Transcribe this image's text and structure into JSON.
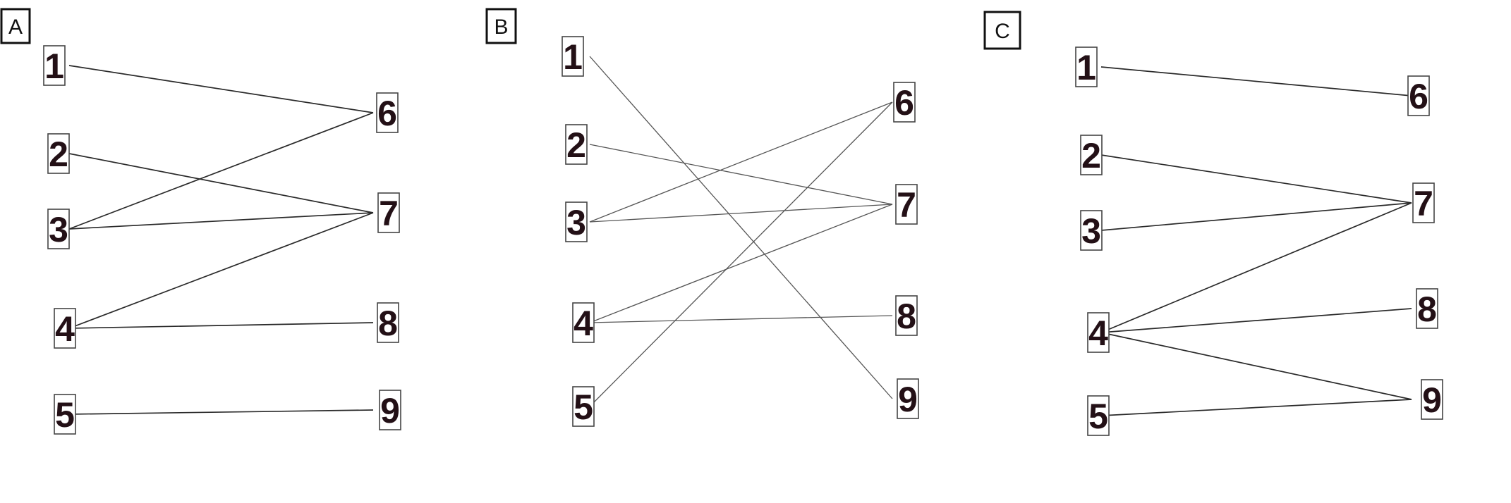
{
  "panels": [
    {
      "label": "A",
      "left_nodes": [
        "1",
        "2",
        "3",
        "4",
        "5"
      ],
      "right_nodes": [
        "6",
        "7",
        "8",
        "9"
      ],
      "edges": [
        [
          "1",
          "6"
        ],
        [
          "2",
          "7"
        ],
        [
          "3",
          "6"
        ],
        [
          "3",
          "7"
        ],
        [
          "4",
          "7"
        ],
        [
          "4",
          "8"
        ],
        [
          "5",
          "9"
        ]
      ]
    },
    {
      "label": "B",
      "left_nodes": [
        "1",
        "2",
        "3",
        "4",
        "5"
      ],
      "right_nodes": [
        "6",
        "7",
        "8",
        "9"
      ],
      "edges": [
        [
          "1",
          "9"
        ],
        [
          "2",
          "7"
        ],
        [
          "3",
          "6"
        ],
        [
          "3",
          "7"
        ],
        [
          "4",
          "7"
        ],
        [
          "4",
          "8"
        ],
        [
          "5",
          "6"
        ]
      ]
    },
    {
      "label": "C",
      "left_nodes": [
        "1",
        "2",
        "3",
        "4",
        "5"
      ],
      "right_nodes": [
        "6",
        "7",
        "8",
        "9"
      ],
      "edges": [
        [
          "1",
          "6"
        ],
        [
          "2",
          "7"
        ],
        [
          "3",
          "7"
        ],
        [
          "4",
          "7"
        ],
        [
          "4",
          "8"
        ],
        [
          "4",
          "9"
        ],
        [
          "5",
          "9"
        ]
      ]
    }
  ]
}
